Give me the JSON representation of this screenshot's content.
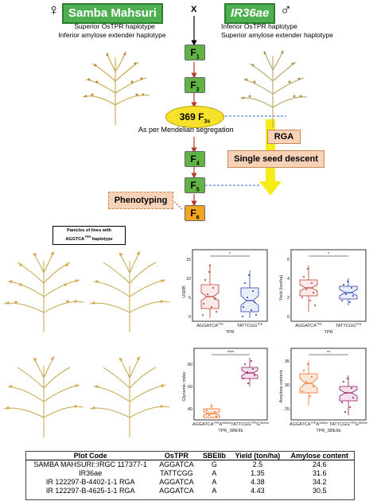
{
  "parents": {
    "left": {
      "symbol": "♀",
      "name": "Samba Mahsuri",
      "hap1": "Superior OsTPR haplotype",
      "hap2": "Inferior amylose extender haplotype"
    },
    "cross": "X",
    "right": {
      "symbol": "♂",
      "name": "IR36ae",
      "hap1": "Inferior OsTPR haplotype",
      "hap2": "Superior amylose extender haplotype"
    }
  },
  "generations": {
    "f1": {
      "base": "F",
      "sub": "1"
    },
    "f2": {
      "base": "F",
      "sub": "2"
    },
    "f3s": {
      "base": "369 F",
      "sub": "3s"
    },
    "f4": {
      "base": "F",
      "sub": "4"
    },
    "f5": {
      "base": "F",
      "sub": "5"
    },
    "f6": {
      "base": "F",
      "sub": "6"
    }
  },
  "mendel_text": "As per Mendelian segregation",
  "rga_label": "RGA",
  "ssd_label": "Single seed descent",
  "phenotyping_label": "Phenotyping",
  "panicle_label": {
    "line1": "Panicles of lines with",
    "line2": "AGGTCA",
    "sup": "TPR",
    "line3": " haplotype"
  },
  "plots": {
    "usrb": {
      "ylabel": "USRB",
      "yticks": [
        "0",
        "5",
        "10",
        "15"
      ],
      "xcat1": "AGGATCA",
      "xcat1_sup": "TPR",
      "xcat2": "TATTCGG",
      "xcat2_sup": "TPR",
      "xlabel": "TPR",
      "sig": "*"
    },
    "yield": {
      "ylabel": "Yield (ton/ha)",
      "yticks": [
        "0",
        "2",
        "4",
        "6"
      ],
      "xcat1": "AGGATCA",
      "xcat1_sup": "TPR",
      "xcat2": "TATTCGG",
      "xcat2_sup": "TPR",
      "xlabel": "TPR",
      "sig": "*"
    },
    "gi": {
      "ylabel": "Glycemic index",
      "yticks": [
        "40",
        "60",
        "80"
      ],
      "xcat1": "AGGATCA",
      "xcat1_sup": "TPR",
      "xcat1b": "A",
      "xcat1b_sup": "SBEIIb",
      "xcat2": "TATTCGG",
      "xcat2_sup": "TPR",
      "xcat2b": "G",
      "xcat2b_sup": "SBEIIb",
      "xlabel": "TPR_SBEIIb",
      "sig": "****"
    },
    "amylose": {
      "ylabel": "Amylose content",
      "yticks": [
        "25",
        "30",
        "35"
      ],
      "xcat1": "AGGATCA",
      "xcat1_sup": "TPR",
      "xcat1b": "A",
      "xcat1b_sup": "SBEIIb",
      "xcat2": "TATTCGG",
      "xcat2_sup": "TPR",
      "xcat2b": "G",
      "xcat2b_sup": "SBEIIb",
      "xlabel": "TPR_SBEIIb",
      "sig": "**"
    }
  },
  "colors": {
    "red_group": "#c0392b",
    "blue_group": "#1f3fb0",
    "orange_group": "#f06a1c",
    "purple_group": "#8e1560",
    "green": "#62b346",
    "orange": "#f2a51e"
  },
  "table": {
    "headers": [
      "Plot Code",
      "OsTPR",
      "SBEIIb",
      "Yield (ton/ha)",
      "Amylose content"
    ],
    "rows": [
      [
        "SAMBA MAHSURI::IRGC 117377-1",
        "AGGATCA",
        "G",
        "2.5",
        "24.6"
      ],
      [
        "IR36ae",
        "TATTCGG",
        "A",
        "1.35",
        "31.6"
      ],
      [
        "IR 122297-B-4402-1-1 RGA",
        "AGGATCA",
        "A",
        "4.38",
        "34.2"
      ],
      [
        "IR 122297-B-4625-1-1 RGA",
        "AGGATCA",
        "A",
        "4.43",
        "30.5"
      ]
    ]
  }
}
